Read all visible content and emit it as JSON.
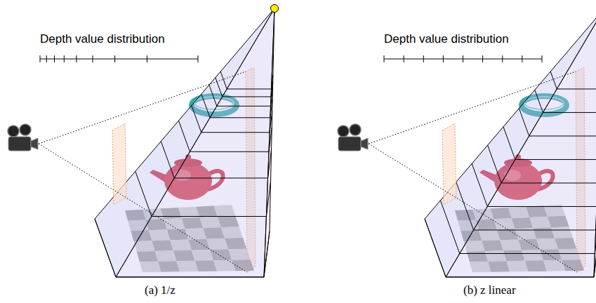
{
  "diagram": {
    "labels": [
      "Depth value distribution",
      "(a) 1/z",
      "Depth value distribution",
      "(b) z linear"
    ]
  }
}
